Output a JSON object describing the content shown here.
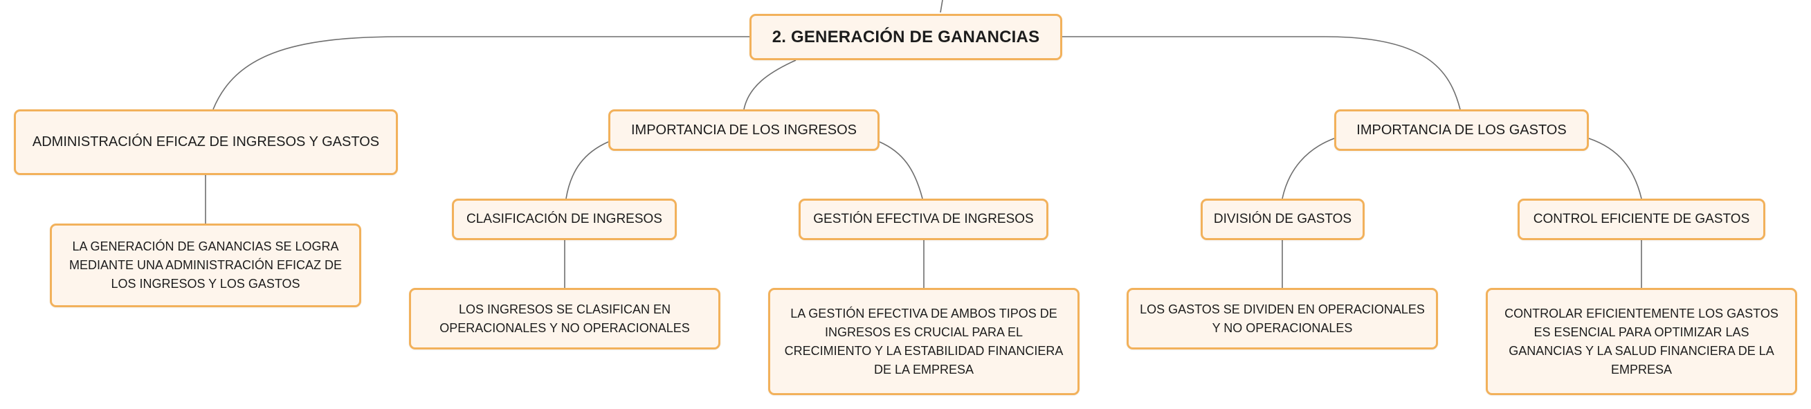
{
  "diagram": {
    "root": "2. GENERACIÓN DE GANANCIAS",
    "branches": {
      "administracion": {
        "title": "ADMINISTRACIÓN EFICAZ DE INGRESOS Y GASTOS",
        "detail": "LA GENERACIÓN DE GANANCIAS SE LOGRA MEDIANTE UNA ADMINISTRACIÓN EFICAZ DE LOS INGRESOS Y LOS GASTOS"
      },
      "ingresos": {
        "title": "IMPORTANCIA DE LOS INGRESOS",
        "clasificacion": {
          "title": "CLASIFICACIÓN DE INGRESOS",
          "detail": "LOS INGRESOS SE CLASIFICAN EN OPERACIONALES Y NO OPERACIONALES"
        },
        "gestion": {
          "title": "GESTIÓN EFECTIVA DE INGRESOS",
          "detail": "LA GESTIÓN EFECTIVA DE AMBOS TIPOS DE INGRESOS ES CRUCIAL PARA EL CRECIMIENTO Y LA ESTABILIDAD FINANCIERA DE LA EMPRESA"
        }
      },
      "gastos": {
        "title": "IMPORTANCIA DE LOS GASTOS",
        "division": {
          "title": "DIVISIÓN DE GASTOS",
          "detail": "LOS GASTOS SE DIVIDEN EN OPERACIONALES Y NO OPERACIONALES"
        },
        "control": {
          "title": "CONTROL EFICIENTE DE GASTOS",
          "detail": "CONTROLAR EFICIENTEMENTE LOS GASTOS ES ESENCIAL PARA OPTIMIZAR LAS GANANCIAS Y LA SALUD FINANCIERA DE LA EMPRESA"
        }
      }
    }
  },
  "colors": {
    "node_fill": "#fef5ec",
    "node_border": "#f2b15b",
    "connector": "#6e6e6e",
    "text": "#1c1c1c"
  }
}
